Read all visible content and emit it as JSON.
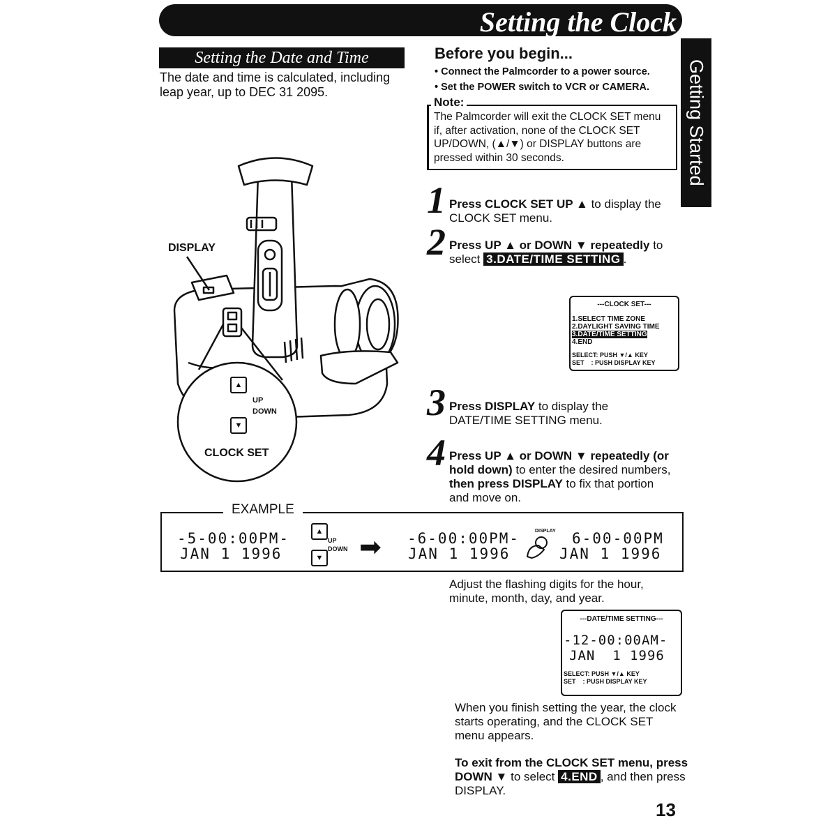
{
  "header": {
    "title": "Setting the Clock",
    "side_tab": "Getting Started"
  },
  "section": {
    "title": "Setting the Date and Time",
    "intro": "The date and time is calculated, including leap year, up to DEC 31 2095."
  },
  "before": {
    "heading": "Before you begin...",
    "items": [
      "• Connect the Palmcorder to a power source.",
      "• Set the POWER switch to VCR or CAMERA."
    ]
  },
  "note": {
    "label": "Note:",
    "text": "The Palmcorder will exit the CLOCK SET menu if, after activation, none of the CLOCK SET UP/DOWN, (▲/▼) or DISPLAY buttons are pressed within 30 seconds."
  },
  "illustration": {
    "display_label": "DISPLAY",
    "up_label": "UP",
    "down_label": "DOWN",
    "clock_set_label": "CLOCK SET",
    "up_symbol": "▲",
    "down_symbol": "▼"
  },
  "steps": [
    {
      "num": "1",
      "bold": "Press CLOCK SET UP ▲",
      "rest": " to display the CLOCK SET menu."
    },
    {
      "num": "2",
      "bold": "Press UP ▲ or DOWN ▼ repeatedly",
      "rest": " to select ",
      "highlight": "3.DATE/TIME SETTING",
      "after": "."
    },
    {
      "num": "3",
      "bold": "Press DISPLAY",
      "rest": " to display the DATE/TIME SETTING menu."
    },
    {
      "num": "4",
      "bold": "Press UP ▲ or DOWN ▼ repeatedly (or hold down)",
      "rest": " to enter the desired numbers, ",
      "bold2": "then press DISPLAY",
      "after": " to fix that portion and move on."
    }
  ],
  "clock_set_menu": {
    "title": "---CLOCK SET---",
    "items": [
      "1.SELECT TIME ZONE",
      "2.DAYLIGHT SAVING TIME",
      "3.DATE/TIME SETTING",
      "4.END"
    ],
    "select_line": "SELECT: PUSH ▼/▲ KEY",
    "set_line": "SET    : PUSH DISPLAY KEY"
  },
  "example": {
    "label": "EXAMPLE",
    "screen1_time": "-5-00:00PM-",
    "screen1_date": "JAN  1 1996",
    "screen2_time": "-6-00:00PM-",
    "screen2_date": "JAN  1 1996",
    "screen3_time": "6-00-00PM",
    "screen3_date": "JAN  1 1996",
    "up_label": "UP",
    "down_label": "DOWN",
    "display_label": "DISPLAY",
    "arrow": "➡"
  },
  "adjust_text": "Adjust the flashing digits for the hour, minute, month, day, and year.",
  "datetime_menu": {
    "title": "---DATE/TIME SETTING---",
    "time": "-12-00:00AM-",
    "date": "JAN  1 1996",
    "select_line": "SELECT: PUSH ▼/▲ KEY",
    "set_line": "SET    : PUSH DISPLAY KEY"
  },
  "finish_text": "When you finish setting the year, the clock starts operating, and the CLOCK SET menu appears.",
  "exit": {
    "bold": "To exit from the CLOCK SET menu, press DOWN ▼",
    "rest": " to select ",
    "highlight": "4.END",
    "after": ", and then press DISPLAY."
  },
  "page_number": "13"
}
